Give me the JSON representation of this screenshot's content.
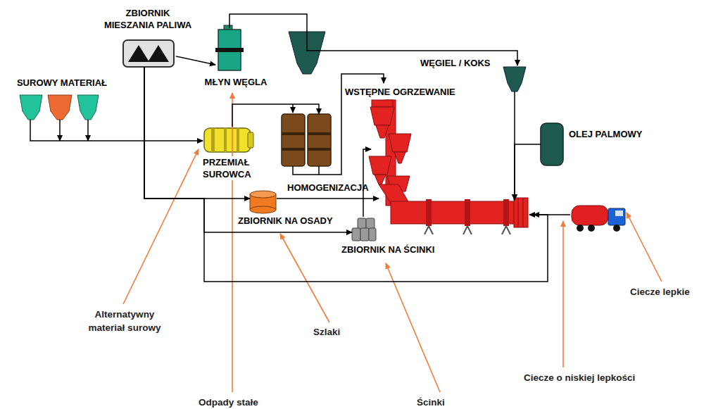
{
  "diagram": {
    "nodes": [
      {
        "text": [
          "ZBIORNIK MIESZANIA PALIWA"
        ]
      },
      {
        "text": [
          "MŁYN WĘGLA"
        ]
      },
      {
        "text": [
          "WĘGIEL / KOKS"
        ]
      },
      {
        "text": [
          "SUROWY MATERIAŁ"
        ]
      },
      {
        "text": [
          "PRZEMIAŁ SUROWCA"
        ]
      },
      {
        "text": [
          "HOMOGENIZACJA"
        ]
      },
      {
        "text": [
          "WSTĘPNE OGRZEWANIE"
        ]
      },
      {
        "text": [
          "OLEJ PALMOWY"
        ]
      },
      {
        "text": [
          "ZBIORNIK NA OSADY"
        ]
      },
      {
        "text": [
          "ZBIORNIK NA ŚCINKI"
        ]
      }
    ],
    "edges": [
      {
        "from": 3,
        "to": 4,
        "arrow": "to"
      },
      {
        "from": 4,
        "to": 5,
        "arrow": "to"
      },
      {
        "from": 5,
        "to": 6,
        "arrow": "to"
      },
      {
        "from": 0,
        "to": 1,
        "arrow": "to"
      },
      {
        "from": 1,
        "to": 2,
        "arrow": "to"
      },
      {
        "from": 2,
        "to": 6,
        "arrow": "to"
      },
      {
        "from": 7,
        "to": 6,
        "arrow": "to"
      },
      {
        "from": 0,
        "to": 8,
        "arrow": "to"
      },
      {
        "from": 8,
        "to": 6,
        "arrow": "to"
      },
      {
        "from": 0,
        "to": 9,
        "arrow": "to"
      },
      {
        "from": 0,
        "to": 6,
        "arrow": "to"
      },
      {
        "from": 9,
        "to": 6,
        "arrow": "to"
      }
    ],
    "labels": [
      "Alternatywny materiał surowy",
      "Szlaki",
      "Odpady stałe",
      "Ścinki",
      "Ciecze o niskiej lepkości",
      "Ciecze lepkie"
    ]
  }
}
